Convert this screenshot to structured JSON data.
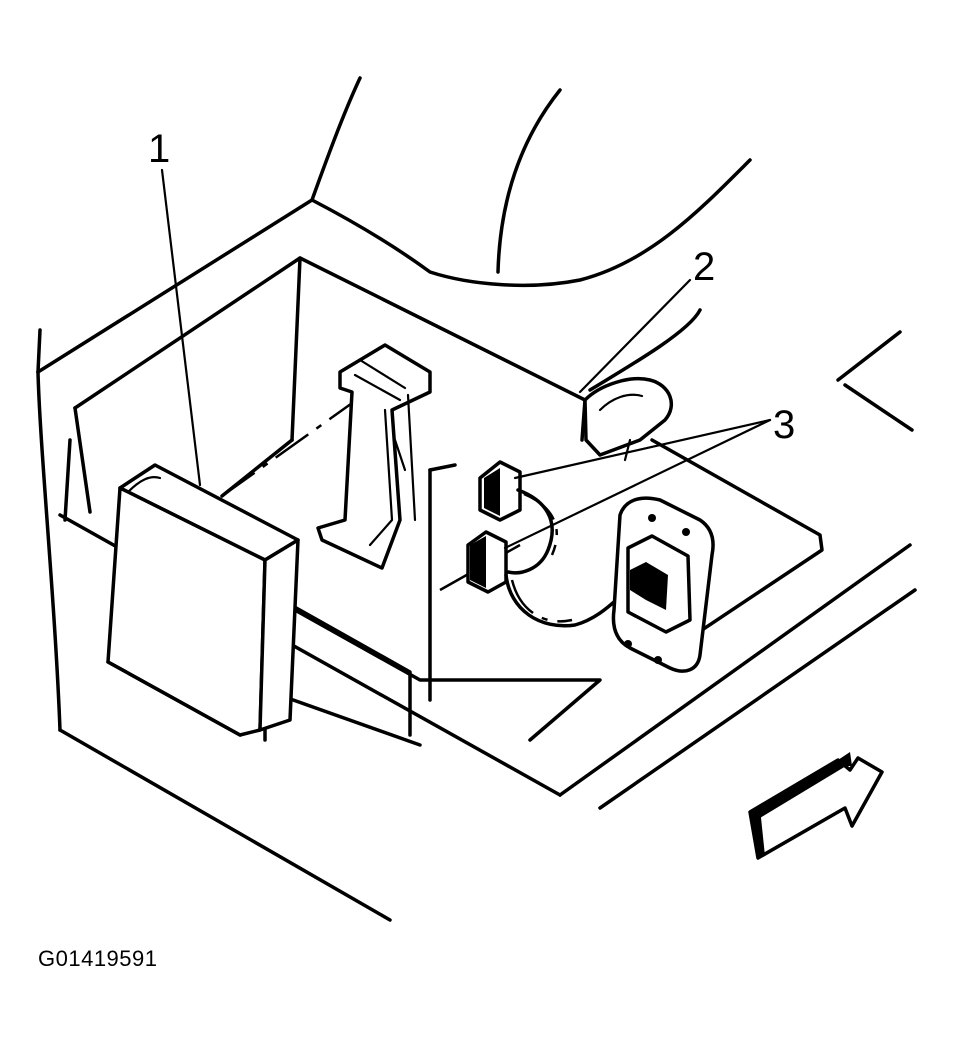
{
  "callouts": {
    "c1": "1",
    "c2": "2",
    "c3": "3"
  },
  "figure_id": "G01419591"
}
